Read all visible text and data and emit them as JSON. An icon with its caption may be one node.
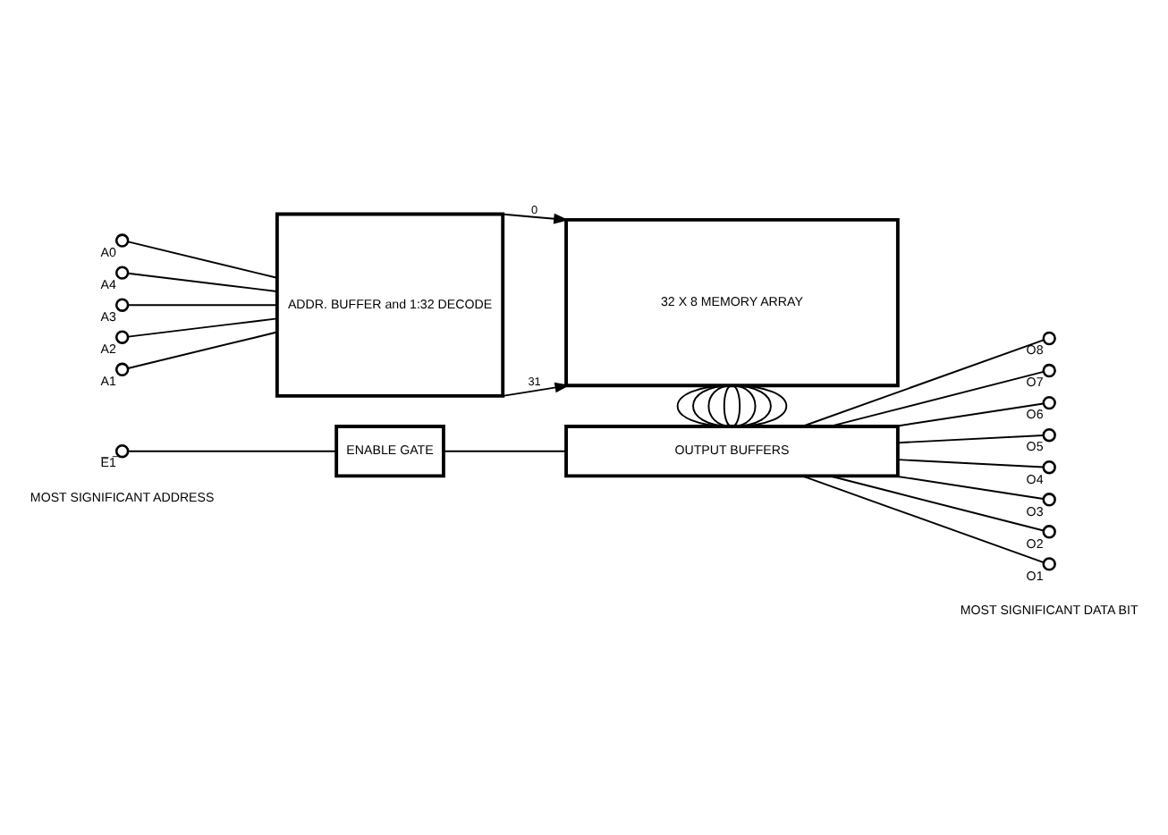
{
  "diagram": {
    "nodes": [
      {
        "text": [],
        "shape": "circle",
        "beside": [
          "A4"
        ]
      },
      {
        "text": [],
        "shape": "circle",
        "beside": [
          "A3"
        ]
      },
      {
        "text": [],
        "shape": "circle",
        "beside": [
          "A2"
        ]
      },
      {
        "text": [],
        "shape": "circle",
        "beside": [
          "A1"
        ]
      },
      {
        "text": [],
        "shape": "circle",
        "beside": [
          "A0"
        ]
      },
      {
        "text": [
          "ADDR. BUFFER and 1:32 DECODE"
        ]
      },
      {
        "text": [
          "32 X 8 MEMORY ARRAY"
        ]
      },
      {
        "text": [],
        "shape": "circle",
        "beside": [
          "E̅1̅"
        ]
      },
      {
        "text": [
          "ENABLE GATE"
        ]
      },
      {
        "text": [
          "OUTPUT BUFFERS"
        ]
      },
      {
        "text": [],
        "shape": "circle",
        "beside": [
          "O8"
        ]
      },
      {
        "text": [],
        "shape": "circle",
        "beside": [
          "O7"
        ]
      },
      {
        "text": [],
        "shape": "circle",
        "beside": [
          "O6"
        ]
      },
      {
        "text": [],
        "shape": "circle",
        "beside": [
          "O5"
        ]
      },
      {
        "text": [],
        "shape": "circle",
        "beside": [
          "O4"
        ]
      },
      {
        "text": [],
        "shape": "circle",
        "beside": [
          "O3"
        ]
      },
      {
        "text": [],
        "shape": "circle",
        "beside": [
          "O2"
        ]
      },
      {
        "text": [],
        "shape": "circle",
        "beside": [
          "O1"
        ]
      }
    ],
    "edges": [
      {
        "from": 0,
        "to": 5,
        "arrow": "none"
      },
      {
        "from": 1,
        "to": 5,
        "arrow": "none"
      },
      {
        "from": 2,
        "to": 5,
        "arrow": "none"
      },
      {
        "from": 3,
        "to": 5,
        "arrow": "none"
      },
      {
        "from": 4,
        "to": 5,
        "arrow": "none"
      },
      {
        "from": 5,
        "to": 6,
        "arrow": "to",
        "label": "0"
      },
      {
        "from": 5,
        "to": 6,
        "arrow": "to",
        "label": "31"
      },
      {
        "from": 6,
        "to": 9,
        "arrow": "none"
      },
      {
        "from": 6,
        "to": 9,
        "arrow": "none"
      },
      {
        "from": 6,
        "to": 9,
        "arrow": "none"
      },
      {
        "from": 6,
        "to": 9,
        "arrow": "none"
      },
      {
        "from": 6,
        "to": 9,
        "arrow": "none"
      },
      {
        "from": 6,
        "to": 9,
        "arrow": "none"
      },
      {
        "from": 6,
        "to": 9,
        "arrow": "none"
      },
      {
        "from": 6,
        "to": 9,
        "arrow": "none"
      },
      {
        "from": 7,
        "to": 8,
        "arrow": "none"
      },
      {
        "from": 8,
        "to": 9,
        "arrow": "none"
      },
      {
        "from": 9,
        "to": 10,
        "arrow": "none"
      },
      {
        "from": 9,
        "to": 11,
        "arrow": "none"
      },
      {
        "from": 9,
        "to": 12,
        "arrow": "none"
      },
      {
        "from": 9,
        "to": 13,
        "arrow": "none"
      },
      {
        "from": 9,
        "to": 14,
        "arrow": "none"
      },
      {
        "from": 9,
        "to": 15,
        "arrow": "none"
      },
      {
        "from": 9,
        "to": 16,
        "arrow": "none"
      },
      {
        "from": 9,
        "to": 17,
        "arrow": "none"
      }
    ],
    "labels": [
      "MOST SIGNIFICANT ADDRESS",
      "MOST SIGNIFICANT DATA BIT"
    ]
  }
}
